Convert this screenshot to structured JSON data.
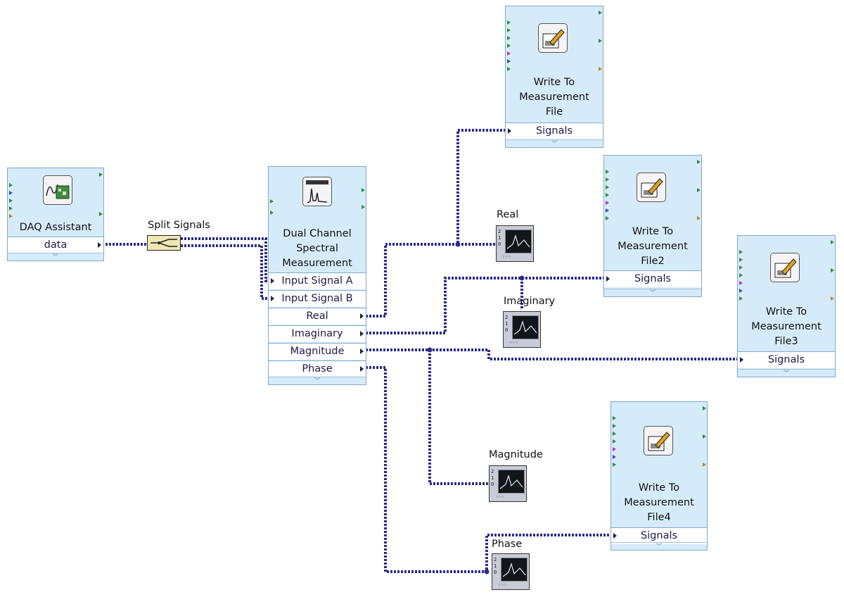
{
  "daq": {
    "title": "DAQ Assistant",
    "output": "data"
  },
  "split": {
    "label": "Split Signals"
  },
  "spectral": {
    "title_lines": [
      "Dual Channel",
      "Spectral",
      "Measurement"
    ],
    "inputs": [
      "Input Signal A",
      "Input Signal B"
    ],
    "outputs": [
      "Real",
      "Imaginary",
      "Magnitude",
      "Phase"
    ]
  },
  "writers": [
    {
      "title_lines": [
        "Write To",
        "Measurement",
        "File"
      ],
      "terminal": "Signals"
    },
    {
      "title_lines": [
        "Write To",
        "Measurement",
        "File2"
      ],
      "terminal": "Signals"
    },
    {
      "title_lines": [
        "Write To",
        "Measurement",
        "File3"
      ],
      "terminal": "Signals"
    },
    {
      "title_lines": [
        "Write To",
        "Measurement",
        "File4"
      ],
      "terminal": "Signals"
    }
  ],
  "graphs": [
    {
      "label": "Real"
    },
    {
      "label": "Imaginary"
    },
    {
      "label": "Magnitude"
    },
    {
      "label": "Phase"
    }
  ],
  "colors": {
    "wire": "#2b2b8c",
    "node_bg": "#d6ebfa",
    "node_border": "#7fa9cf"
  },
  "icons": [
    "daq-assistant-icon",
    "spectral-measurement-icon",
    "write-file-icon",
    "waveform-graph-icon"
  ]
}
